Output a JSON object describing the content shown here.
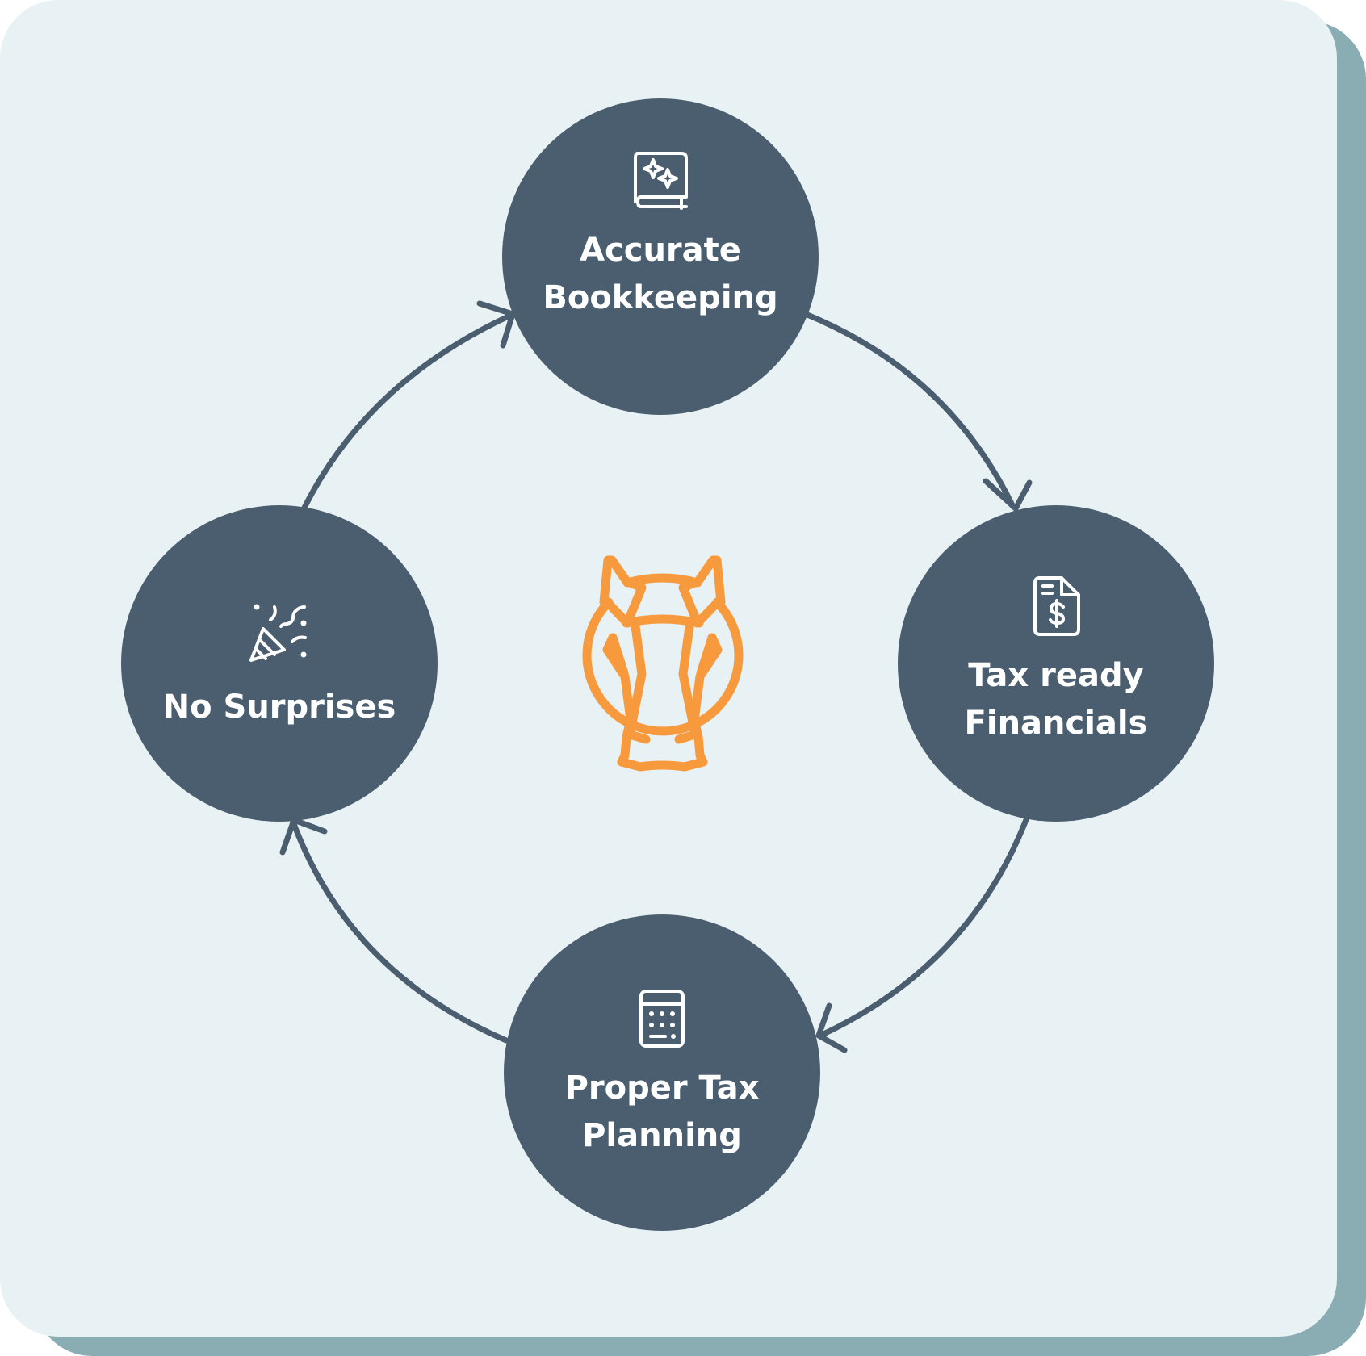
{
  "colors": {
    "background": "#e8f1f3",
    "shadow": "#8aadb3",
    "node_fill": "#4a5e6f",
    "arrow": "#4a5e6f",
    "node_text": "#ffffff",
    "logo": "#f79a3e"
  },
  "nodes": [
    {
      "id": "accurate-bookkeeping",
      "icon": "sparkle-book-icon",
      "label_lines": [
        "Accurate",
        "Bookkeeping"
      ]
    },
    {
      "id": "tax-ready-financials",
      "icon": "dollar-document-icon",
      "label_lines": [
        "Tax ready",
        "Financials"
      ]
    },
    {
      "id": "proper-tax-planning",
      "icon": "calculator-icon",
      "label_lines": [
        "Proper Tax",
        "Planning"
      ]
    },
    {
      "id": "no-surprises",
      "icon": "party-popper-icon",
      "label_lines": [
        "No Surprises"
      ]
    }
  ],
  "edges": [
    {
      "from": "accurate-bookkeeping",
      "to": "tax-ready-financials"
    },
    {
      "from": "tax-ready-financials",
      "to": "proper-tax-planning"
    },
    {
      "from": "proper-tax-planning",
      "to": "no-surprises"
    },
    {
      "from": "no-surprises",
      "to": "accurate-bookkeeping"
    }
  ],
  "center_logo": {
    "icon": "horse-head-logo-icon"
  }
}
